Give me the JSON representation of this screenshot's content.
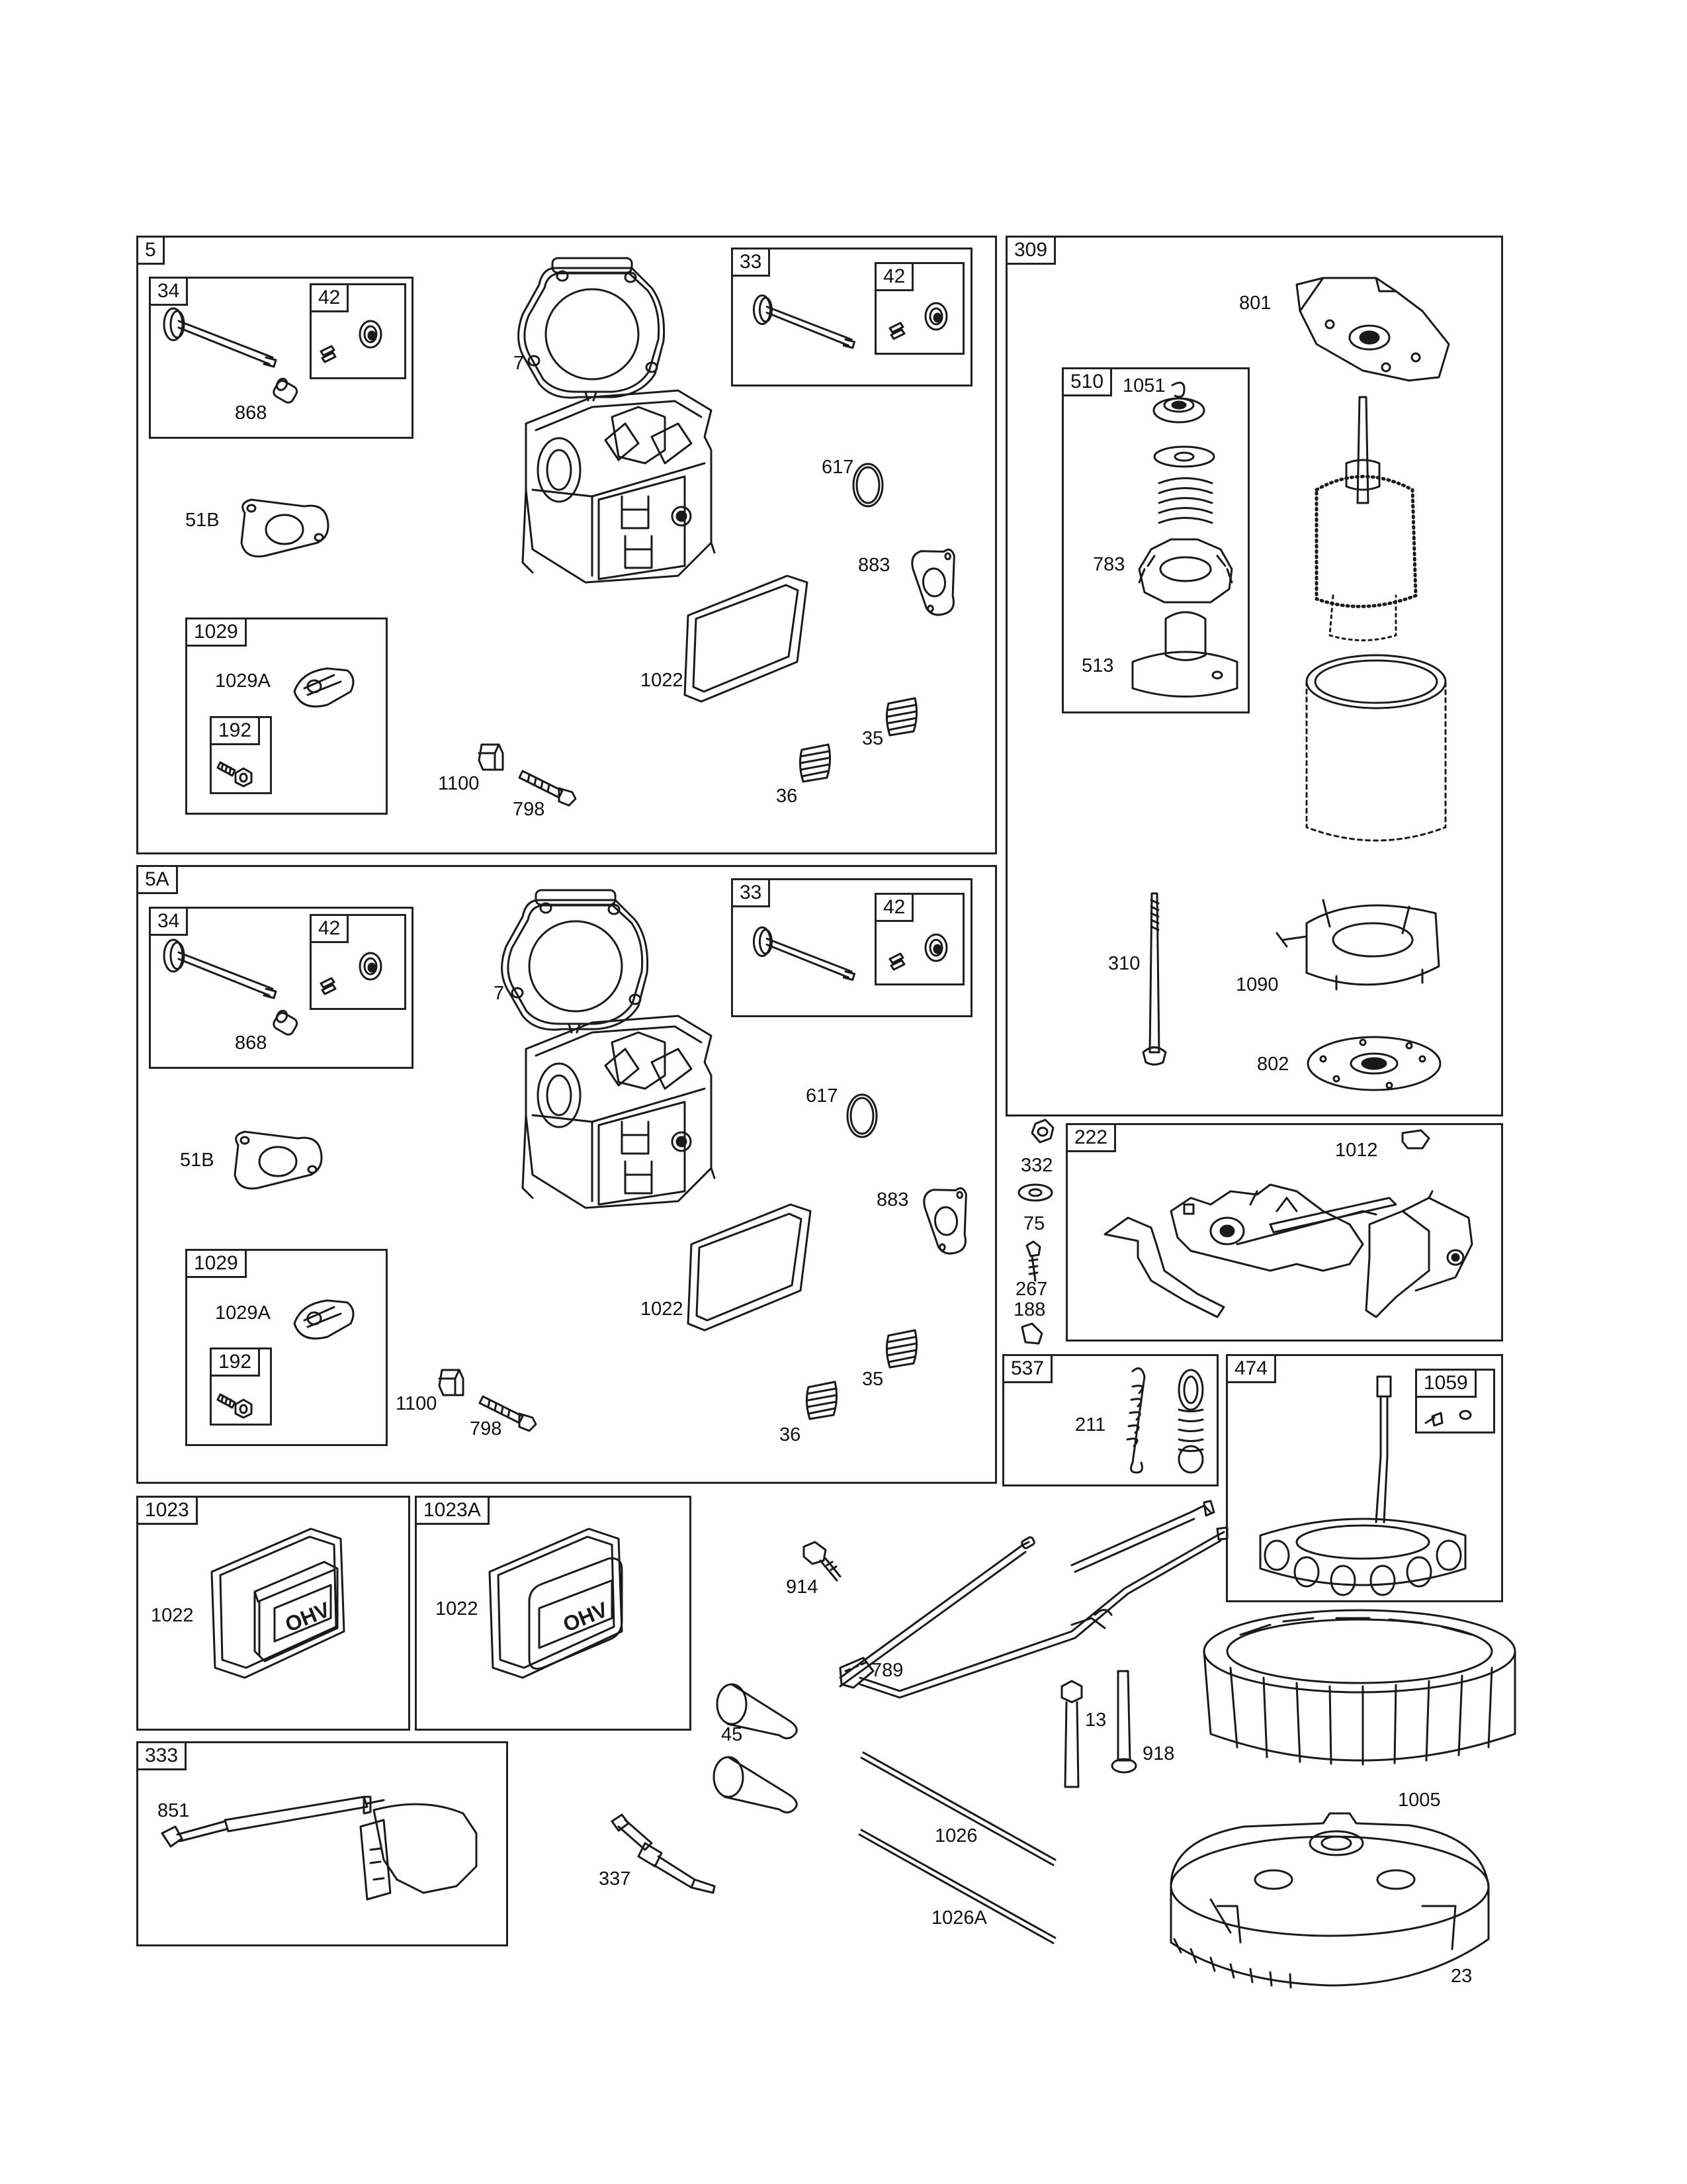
{
  "boxes": {
    "b5": "5",
    "b5_34": "34",
    "b5_34_42": "42",
    "b5_33": "33",
    "b5_33_42": "42",
    "b5_1029": "1029",
    "b5_192": "192",
    "b5a": "5A",
    "b5a_34": "34",
    "b5a_34_42": "42",
    "b5a_33": "33",
    "b5a_33_42": "42",
    "b5a_1029": "1029",
    "b5a_192": "192",
    "b309": "309",
    "b510": "510",
    "b222": "222",
    "b537": "537",
    "b474": "474",
    "b1059": "1059",
    "b1023": "1023",
    "b1023a": "1023A",
    "b333": "333"
  },
  "labels": {
    "p5_7": "7",
    "p5_868": "868",
    "p5_51b": "51B",
    "p5_617": "617",
    "p5_883": "883",
    "p5_1022": "1022",
    "p5_1029a": "1029A",
    "p5_35": "35",
    "p5_36": "36",
    "p5_1100": "1100",
    "p5_798": "798",
    "p5a_7": "7",
    "p5a_868": "868",
    "p5a_51b": "51B",
    "p5a_617": "617",
    "p5a_883": "883",
    "p5a_1022": "1022",
    "p5a_1029a": "1029A",
    "p5a_35": "35",
    "p5a_36": "36",
    "p5a_1100": "1100",
    "p5a_798": "798",
    "p801": "801",
    "p1051": "1051",
    "p783": "783",
    "p513": "513",
    "p310": "310",
    "p1090": "1090",
    "p802": "802",
    "p332": "332",
    "p75": "75",
    "p267": "267",
    "p188": "188",
    "p1012": "1012",
    "p211": "211",
    "p1023_1022": "1022",
    "p1023a_1022": "1022",
    "p851": "851",
    "p914": "914",
    "p789": "789",
    "p45": "45",
    "p13": "13",
    "p918": "918",
    "p1026": "1026",
    "p1026a": "1026A",
    "p1005": "1005",
    "p337": "337",
    "p23": "23"
  },
  "valve_cover_text": "OHV"
}
